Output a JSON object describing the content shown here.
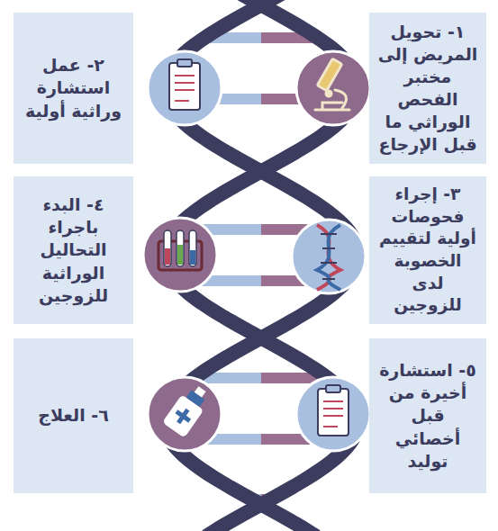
{
  "diagram": {
    "nodes": [
      {
        "text": [
          "١- تحويل المريض إلى مختبر الفحص الوراثي ما قبل الإرجاع"
        ]
      },
      {
        "text": [
          "٢- عمل استشارة وراثية أولية"
        ]
      },
      {
        "text": [
          "٣- إجراء فحوصات أولية لتقييم الخصوبة لدى للزوجين"
        ]
      },
      {
        "text": [
          "٤- البدء باجراء التحاليل الوراثية للزوجين"
        ]
      },
      {
        "text": [
          "٥- استشارة أخيرة من قبل أخصائي توليد"
        ]
      },
      {
        "text": [
          "٦- العلاج"
        ]
      }
    ]
  }
}
